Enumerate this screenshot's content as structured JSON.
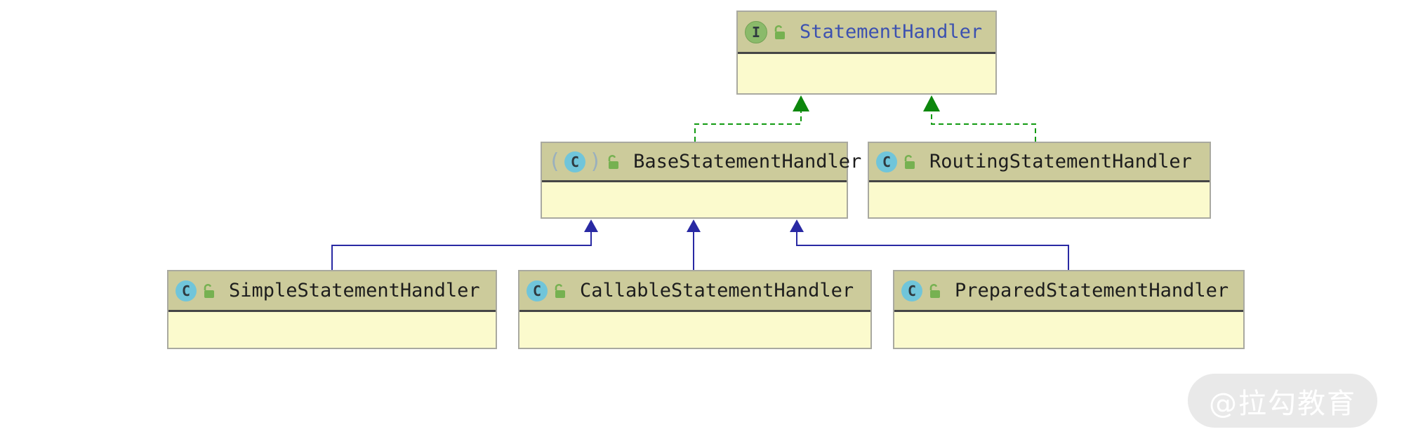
{
  "diagram": {
    "type": "uml-class-diagram",
    "icon_letters": {
      "interface": "I",
      "class": "C"
    },
    "classes": [
      {
        "name": "StatementHandler",
        "stereotype": "interface",
        "visibility": "public"
      },
      {
        "name": "BaseStatementHandler",
        "stereotype": "abstract-class",
        "visibility": "public"
      },
      {
        "name": "RoutingStatementHandler",
        "stereotype": "class",
        "visibility": "public"
      },
      {
        "name": "SimpleStatementHandler",
        "stereotype": "class",
        "visibility": "public"
      },
      {
        "name": "CallableStatementHandler",
        "stereotype": "class",
        "visibility": "public"
      },
      {
        "name": "PreparedStatementHandler",
        "stereotype": "class",
        "visibility": "public"
      }
    ],
    "relationships": [
      {
        "from": "BaseStatementHandler",
        "to": "StatementHandler",
        "type": "implements"
      },
      {
        "from": "RoutingStatementHandler",
        "to": "StatementHandler",
        "type": "implements"
      },
      {
        "from": "SimpleStatementHandler",
        "to": "BaseStatementHandler",
        "type": "extends"
      },
      {
        "from": "CallableStatementHandler",
        "to": "BaseStatementHandler",
        "type": "extends"
      },
      {
        "from": "PreparedStatementHandler",
        "to": "BaseStatementHandler",
        "type": "extends"
      }
    ],
    "watermark": {
      "text": "@拉勾教育"
    }
  },
  "colors": {
    "header_bg": "#cccb9b",
    "body_bg": "#fbfacd",
    "box_border": "#a9a9a0",
    "separator": "#454545",
    "interface_title": "#3c51b0",
    "class_title": "#1d1d1d",
    "interface_icon_bg": "#8aba6a",
    "interface_icon_border": "#73a355",
    "class_icon_bg": "#70c5da",
    "icon_letter": "#2f3a40",
    "paren_color": "#9ab0bd",
    "lock_green": "#76b151",
    "extends_line": "#2929a3",
    "implements_line": "#119a11",
    "implements_arrow": "#0d870d",
    "watermark_bg": "#e9e9e9",
    "watermark_text": "#ffffff"
  }
}
